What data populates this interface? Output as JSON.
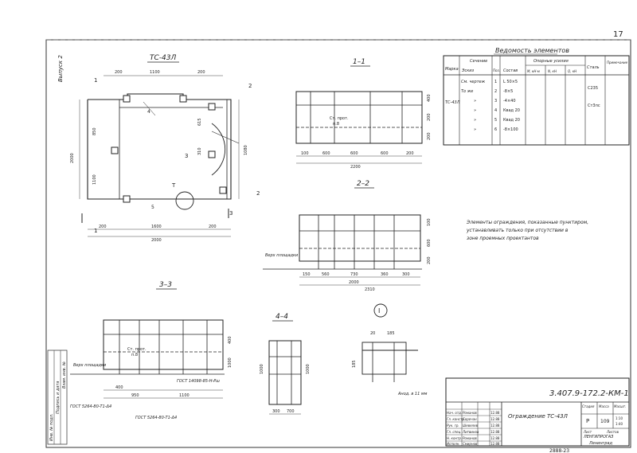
{
  "sheet_number": "17",
  "side_label": "Выпуск 2",
  "plan": {
    "title": "ТС-43Л",
    "top_dims": [
      "200",
      "1100",
      "200"
    ],
    "bottom_dims": [
      "200",
      "1600",
      "200"
    ],
    "bottom_total": "2000",
    "left_total": "2000",
    "left_dims": [
      "850",
      "1100"
    ],
    "right_dims": [
      "615",
      "310",
      "1080"
    ],
    "callout": "T",
    "marks": [
      "1",
      "1",
      "2",
      "2",
      "3",
      "3",
      "4",
      "5"
    ]
  },
  "section_1": {
    "title": "1–1",
    "dims": [
      "100",
      "600",
      "600",
      "600",
      "200"
    ],
    "total": "2200",
    "heights": [
      "400",
      "200",
      "200"
    ],
    "note_top": "Ст. прот.",
    "note_bottom": "п.8"
  },
  "section_2": {
    "title": "2–2",
    "dims": [
      "150",
      "560",
      "730",
      "360",
      "300"
    ],
    "subtotal": "2000",
    "total": "2310",
    "heights": [
      "100",
      "600",
      "200"
    ],
    "floor_note": "Верх площадки"
  },
  "section_3": {
    "title": "3–3",
    "dims": [
      "400",
      "950",
      "1100"
    ],
    "heights": [
      "400",
      "1000"
    ],
    "note_top": "Ст. прот.",
    "note_bottom": "п.8",
    "floor_note": "Верх площадки",
    "gosts": [
      "ГОСТ 5264-80-Т1-Δ4",
      "ГОСТ 5264-80-Т1-Δ4",
      "ГОСТ 14098-85-Н-Рш"
    ]
  },
  "section_4": {
    "title": "4–4",
    "dims": [
      "300",
      "700"
    ],
    "heights": [
      "1000",
      "1000"
    ]
  },
  "detail_1": {
    "title": "I",
    "dims": [
      "20",
      "185",
      "185"
    ],
    "note": "Анод. в 11 мм"
  },
  "spec_table": {
    "title": "Ведомость элементов",
    "headers": [
      "Марка",
      "Сечение",
      "Эскиз",
      "Поз.",
      "Состав",
      "Опорные усилия",
      "М, кН·м",
      "N, кН",
      "Q, кН",
      "Сталь",
      "Примечание"
    ],
    "mark": "ТС-43Л",
    "rows": [
      {
        "name": "См. чертеж",
        "pos": "1",
        "sostav": "L 50×5"
      },
      {
        "name": "То же",
        "pos": "2",
        "sostav": "-8×5"
      },
      {
        "name": "»",
        "pos": "3",
        "sostav": "-4×40"
      },
      {
        "name": "»",
        "pos": "4",
        "sostav": "Квад 20"
      },
      {
        "name": "»",
        "pos": "5",
        "sostav": "Квад 20"
      },
      {
        "name": "»",
        "pos": "6",
        "sostav": "-8×100"
      }
    ],
    "steel": [
      "С235",
      "Ст3пс"
    ]
  },
  "note_text": [
    "Элементы ограждения, показанные пунктиром,",
    "устанавливать только при отсутствии в",
    "зоне проемных проектантов"
  ],
  "title_block": {
    "code": "3.407.9-172.2-КМ-1",
    "name": "Ограждение ТС-43Л",
    "stage": "Р",
    "sheet": "109",
    "headers": [
      "Стадия",
      "Масса",
      "Масшт."
    ],
    "scale": [
      "1:10",
      "1:40"
    ],
    "sheet_label": "Лист",
    "sheets_label": "Листов",
    "org": "ЛЕНГИПРОГАЗ",
    "city": "Ленинград",
    "signers": [
      {
        "role": "Нач. отд.",
        "name": "Романов"
      },
      {
        "role": "Гл. констр.",
        "name": "Сорочан"
      },
      {
        "role": "Рук. гр.",
        "name": "Шевелев"
      },
      {
        "role": "Гл. спец.",
        "name": "Литвинов"
      },
      {
        "role": "Н. контр.",
        "name": "Романов"
      },
      {
        "role": "Исполн.",
        "name": "Смирнов"
      }
    ],
    "dates": [
      "12.88",
      "12.88",
      "12.88",
      "12.88",
      "12.88",
      "12.88"
    ]
  },
  "stamp_side": [
    "Инв. № подл.",
    "Подпись и дата",
    "Взам. инв. №"
  ],
  "bottom_code": "2888-23"
}
